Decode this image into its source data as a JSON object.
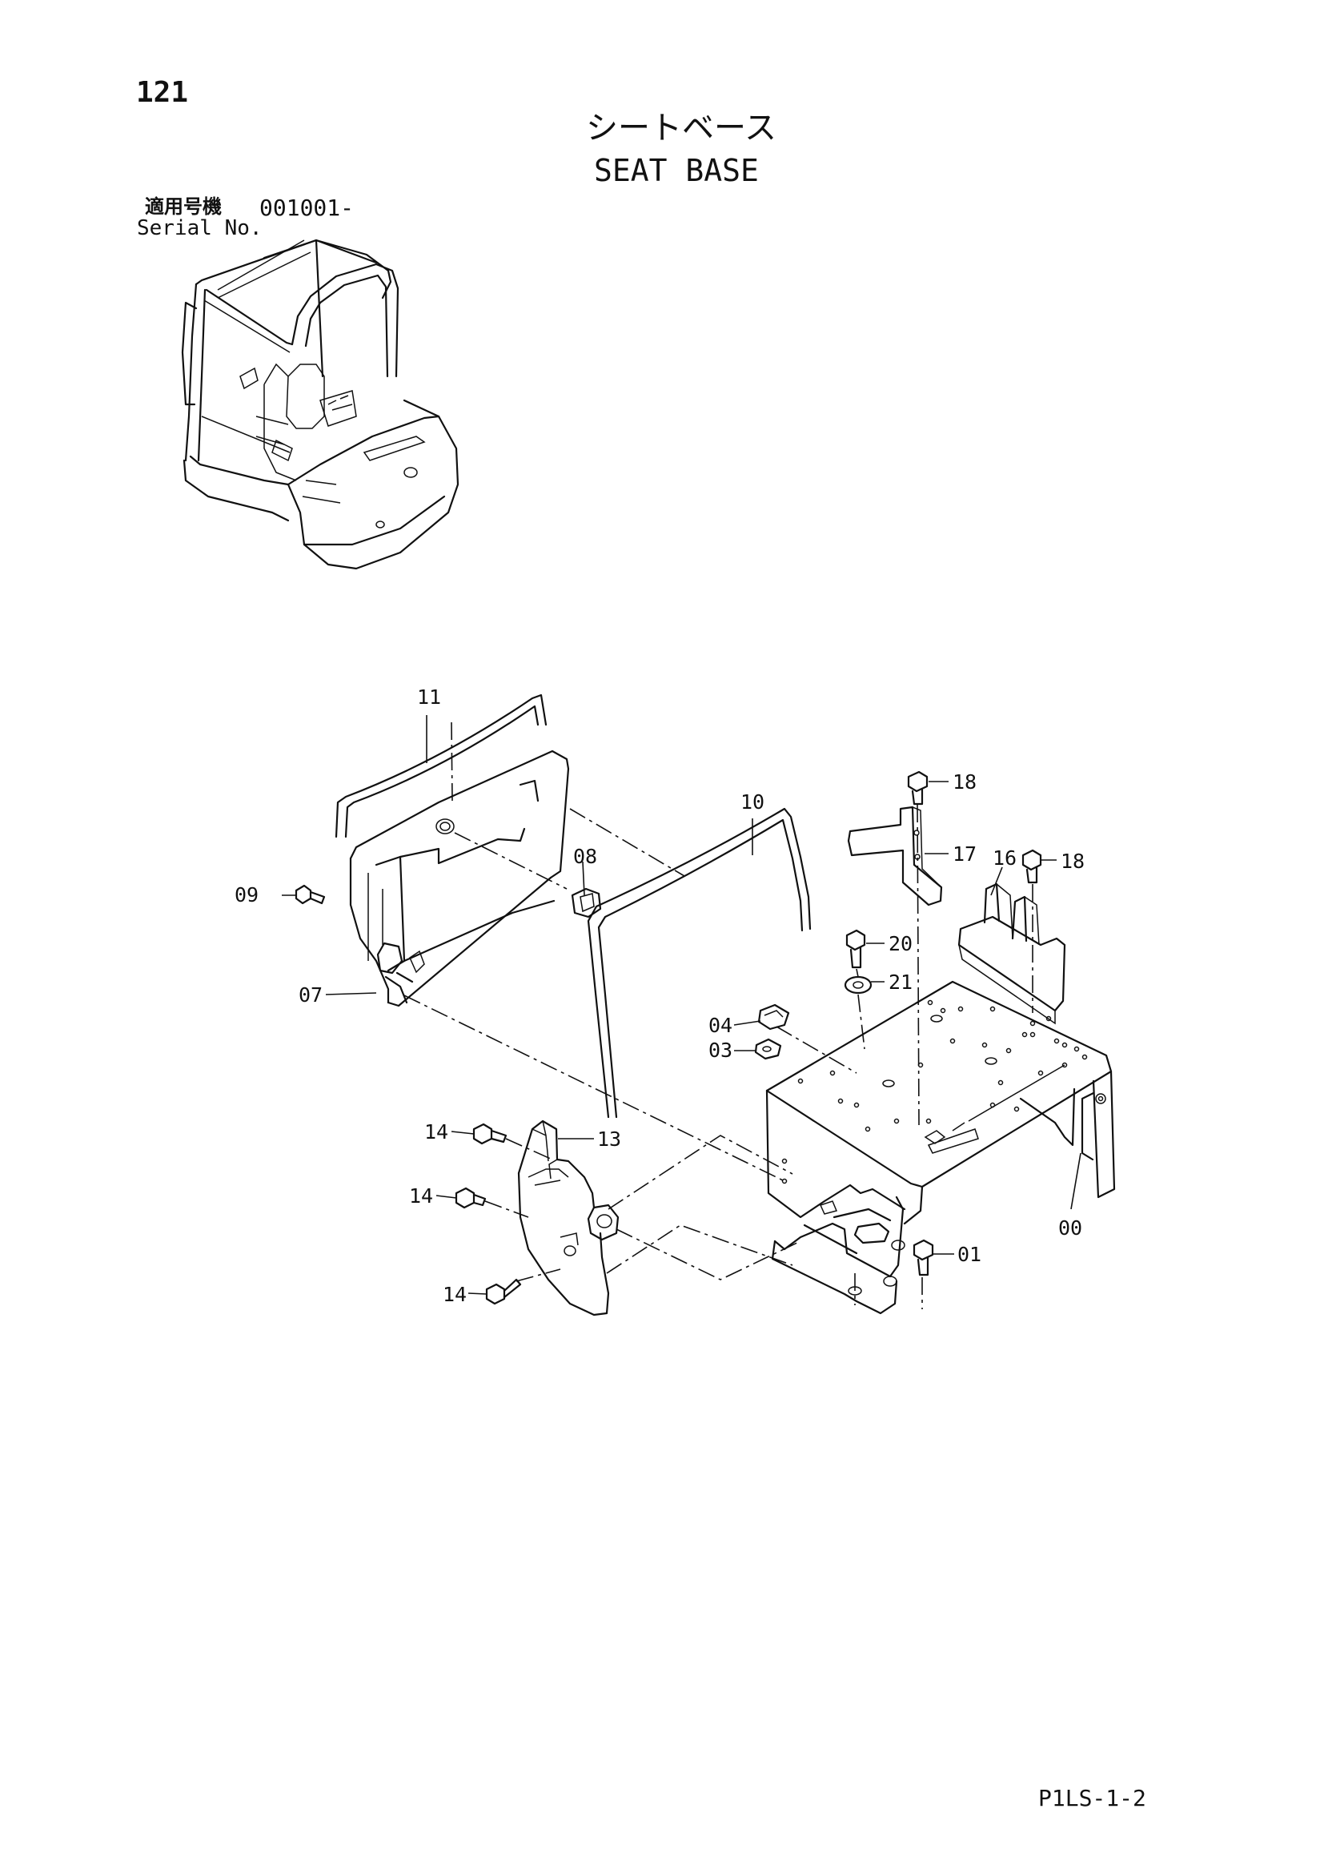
{
  "page": {
    "number": "121",
    "title_jp": "シートベース",
    "title_en": "SEAT BASE",
    "serial_label_jp": "適用号機",
    "serial_value": "001001-",
    "serial_label_en": "Serial No.",
    "doc_code": "P1LS-1-2"
  },
  "callouts": [
    "00",
    "01",
    "03",
    "04",
    "07",
    "08",
    "09",
    "10",
    "11",
    "13",
    "14",
    "14",
    "14",
    "16",
    "17",
    "18",
    "18",
    "20",
    "21"
  ]
}
